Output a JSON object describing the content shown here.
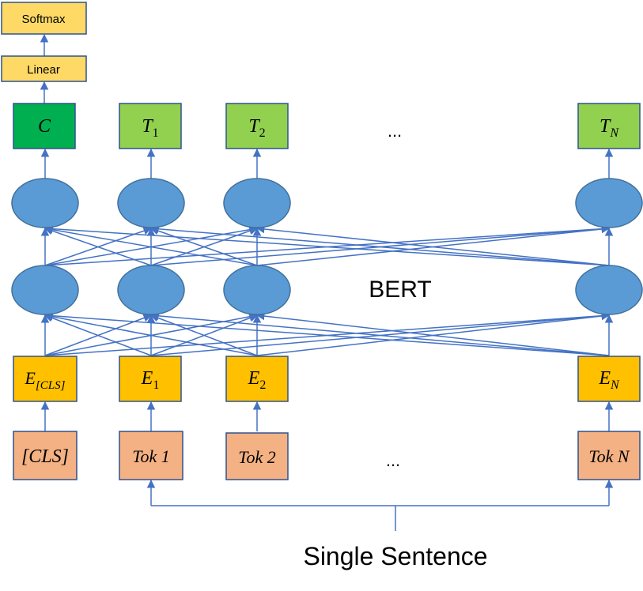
{
  "title_label": "BERT",
  "caption": "Single Sentence",
  "ellipsis": "...",
  "colors": {
    "head": "#FFD966",
    "head_border": "#2F528F",
    "cls_output": "#00B050",
    "tok_output": "#92D050",
    "node": "#5B9BD5",
    "node_border": "#41719C",
    "embedding": "#FFC000",
    "token": "#F4B183",
    "edge": "#4472C4"
  },
  "head": {
    "softmax": "Softmax",
    "linear": "Linear"
  },
  "outputs": [
    {
      "base": "C",
      "sub": ""
    },
    {
      "base": "T",
      "sub": "1"
    },
    {
      "base": "T",
      "sub": "2"
    },
    {
      "base": "T",
      "sub": "N"
    }
  ],
  "embeddings": [
    {
      "base": "E",
      "sub": "[CLS]"
    },
    {
      "base": "E",
      "sub": "1"
    },
    {
      "base": "E",
      "sub": "2"
    },
    {
      "base": "E",
      "sub": "N"
    }
  ],
  "tokens": [
    {
      "text": "[CLS]",
      "italic": false
    },
    {
      "text": "Tok 1",
      "italic": true
    },
    {
      "text": "Tok 2",
      "italic": true
    },
    {
      "text": "Tok N",
      "italic": true
    }
  ]
}
